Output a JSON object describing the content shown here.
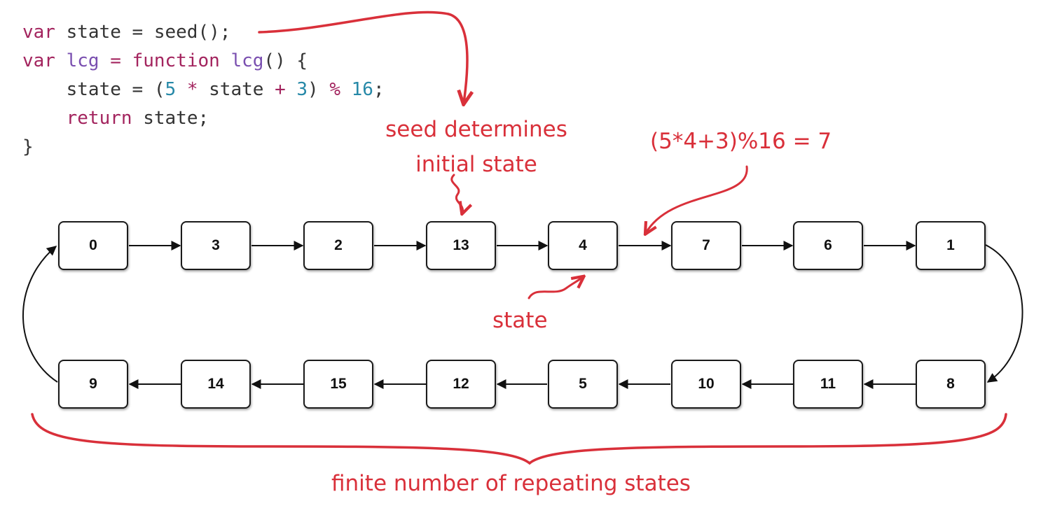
{
  "code": {
    "line1": {
      "kw": "var",
      "text": " state = seed();"
    },
    "line2": {
      "kw1": "var",
      "name": " lcg",
      "eq": " = ",
      "kw2": "function",
      "fname": " lcg",
      "rest": "() {"
    },
    "line3": {
      "indent": "    ",
      "a": "state = (",
      "n1": "5",
      "op1": " * ",
      "b": "state ",
      "op2": "+",
      "sp": " ",
      "n2": "3",
      "c": ") ",
      "op3": "%",
      "sp2": " ",
      "n3": "16",
      "d": ";"
    },
    "line4": {
      "indent": "    ",
      "kw": "return",
      "text": " state;"
    },
    "line5": "}"
  },
  "diagram": {
    "top_row": [
      "0",
      "3",
      "2",
      "13",
      "4",
      "7",
      "6",
      "1"
    ],
    "bottom_row": [
      "9",
      "14",
      "15",
      "12",
      "5",
      "10",
      "11",
      "8"
    ]
  },
  "annotations": {
    "seed_line1": "seed determines",
    "seed_line2": "initial state",
    "calc": "(5*4+3)%16 = 7",
    "state": "state",
    "finite": "finite number of repeating states"
  },
  "colors": {
    "annotation": "#d9303a",
    "keyword": "#a3245e",
    "function": "#7a4fb0",
    "number": "#2789a8"
  }
}
